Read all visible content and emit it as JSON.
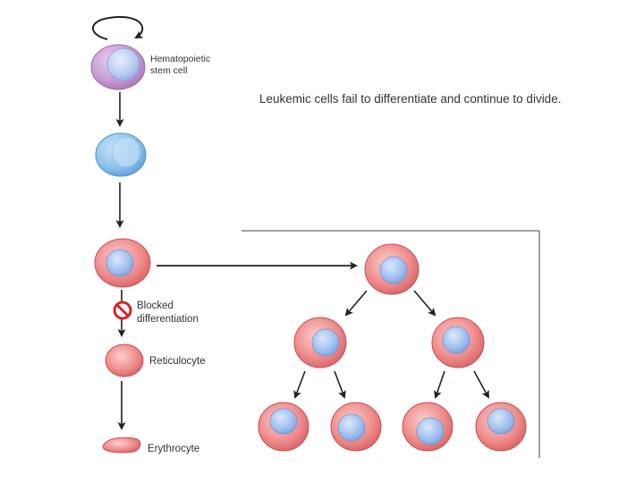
{
  "title": "Leukemic cells fail to differentiate and continue to divide.",
  "labels": {
    "stem_line1": "Hematopoietic",
    "stem_line2": "stem cell",
    "blocked_line1": "Blocked",
    "blocked_line2": "differentiation",
    "reticulocyte": "Reticulocyte",
    "erythrocyte": "Erythrocyte"
  },
  "colors": {
    "stem_cell": "#c79ad0",
    "progenitor_cell": "#8cc3ec",
    "red_cell": "#ef8c8c",
    "nucleus": "#9bbcee",
    "arrow": "#222222",
    "block_symbol": "#d2232a"
  }
}
